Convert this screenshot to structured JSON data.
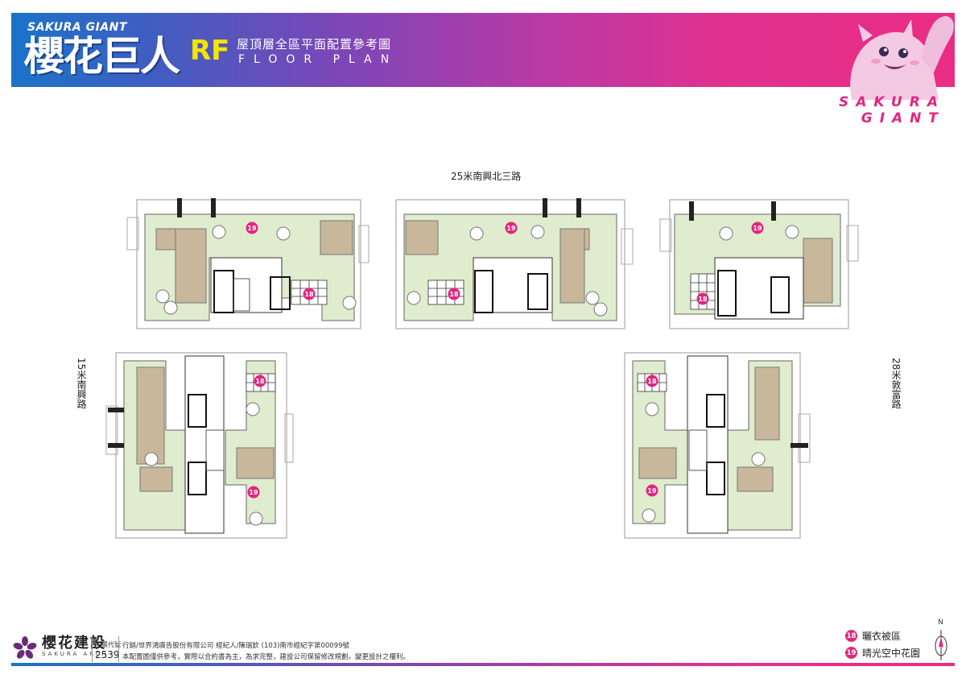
{
  "header": {
    "brand_small": "SAKURA GIANT",
    "brand_big": "櫻花巨人",
    "floor_code": "RF",
    "title_cn": "屋頂層全區平面配置參考圖",
    "title_en": "FLOOR PLAN",
    "side_brand_line1": "SAKURA",
    "side_brand_line2": "GIANT"
  },
  "roads": {
    "top": "25米南興北三路",
    "left": "15米南興路",
    "right": "28米敦富路"
  },
  "markers": {
    "laundry": "18",
    "garden": "19"
  },
  "legend": [
    {
      "number": "18",
      "label": "曬衣被區"
    },
    {
      "number": "19",
      "label": "晴光空中花園"
    }
  ],
  "north": "N",
  "footer": {
    "company": "櫻花建設",
    "company_en": "SAKURA ARCH",
    "stock_label": "股票代號",
    "stock_code": "2539",
    "disclaimer_1": "行銷/世界鴻廣告股份有限公司 經紀人/陳瑞欽 (103)南市經紀字第00099號",
    "disclaimer_2": "本配置圖僅供參考，實際以合約書為主，為求完整，建設公司保留修改規劃，變更設計之權利。"
  },
  "colors": {
    "garden_green": "#dfeccd",
    "deck_tan": "#c8b79b",
    "marker_pink": "#e2267f",
    "banner_blue": "#1a73c9",
    "banner_pink": "#ea2d84"
  }
}
